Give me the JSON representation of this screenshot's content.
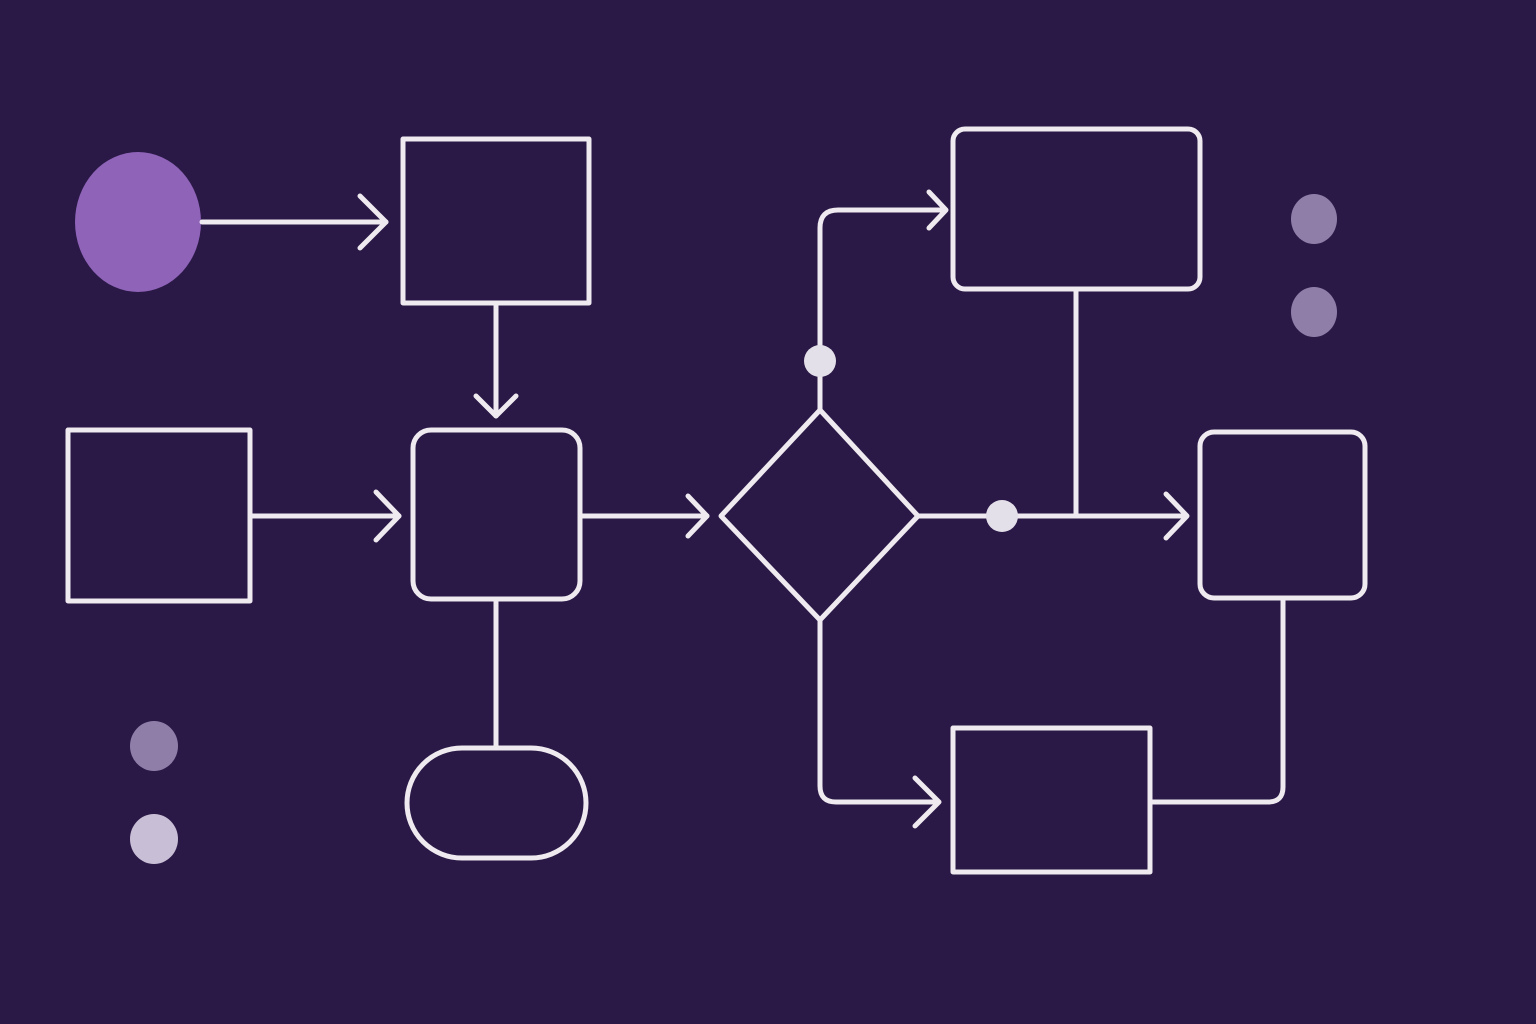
{
  "colors": {
    "background": "#2a1846",
    "stroke": "#eeeaf0",
    "start_node": "#8e63b8",
    "junction_dot": "#e4e0ea",
    "decor_dot_dim": "#8f7fa8",
    "decor_dot_light": "#c8bfd6"
  },
  "nodes": [
    {
      "id": "start",
      "shape": "ellipse"
    },
    {
      "id": "process-top",
      "shape": "rectangle"
    },
    {
      "id": "input-left",
      "shape": "rectangle"
    },
    {
      "id": "process-center",
      "shape": "rounded-rectangle"
    },
    {
      "id": "terminator",
      "shape": "pill"
    },
    {
      "id": "decision",
      "shape": "diamond"
    },
    {
      "id": "process-upper-right",
      "shape": "rounded-rectangle"
    },
    {
      "id": "process-right",
      "shape": "rounded-rectangle"
    },
    {
      "id": "process-lower-right",
      "shape": "rectangle"
    }
  ],
  "edges": [
    {
      "from": "start",
      "to": "process-top",
      "arrow": true
    },
    {
      "from": "process-top",
      "to": "process-center",
      "arrow": true
    },
    {
      "from": "input-left",
      "to": "process-center",
      "arrow": true
    },
    {
      "from": "process-center",
      "to": "decision",
      "arrow": true
    },
    {
      "from": "process-center",
      "to": "terminator",
      "arrow": false
    },
    {
      "from": "decision",
      "to": "process-upper-right",
      "arrow": true
    },
    {
      "from": "decision",
      "to": "process-right",
      "arrow": true
    },
    {
      "from": "process-upper-right",
      "to": "process-right",
      "arrow": false
    },
    {
      "from": "decision",
      "to": "process-lower-right",
      "arrow": true
    },
    {
      "from": "process-lower-right",
      "to": "process-right",
      "arrow": false
    }
  ]
}
